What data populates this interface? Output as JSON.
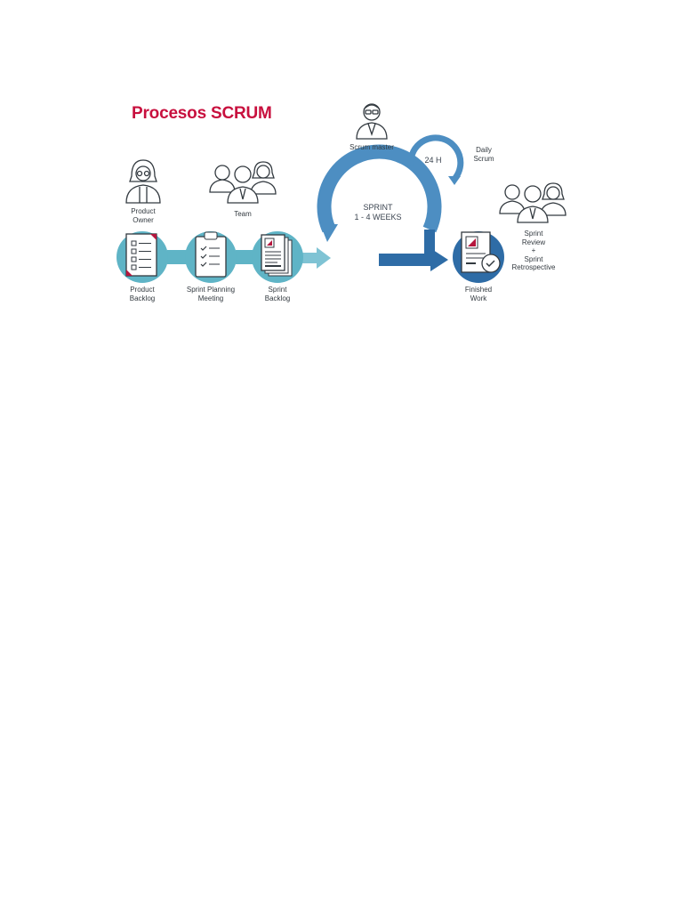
{
  "title": "Procesos SCRUM",
  "colors": {
    "title": "#c8103e",
    "teal": "#5fb4c6",
    "blue_arc": "#4d8ec2",
    "dark_blue": "#2e6ca6",
    "accent_red": "#b5173e"
  },
  "roles": {
    "product_owner": "Product\nOwner",
    "team": "Team",
    "scrum_master": "Scrum master",
    "sprint_review": "Sprint\nReview\n+\nSprint\nRetrospective"
  },
  "steps": {
    "product_backlog": "Product\nBacklog",
    "sprint_planning": "Sprint Planning\nMeeting",
    "sprint_backlog": "Sprint\nBacklog",
    "finished_work": "Finished\nWork"
  },
  "cycle": {
    "sprint": "SPRINT\n1 - 4 WEEKS",
    "daily_period": "24 H",
    "daily_scrum": "Daily\nScrum"
  },
  "icons": [
    "woman-icon",
    "team-icon",
    "man-glasses-icon",
    "checklist-icon",
    "clipboard-icon",
    "document-icon",
    "finished-document-icon",
    "group-icon"
  ]
}
